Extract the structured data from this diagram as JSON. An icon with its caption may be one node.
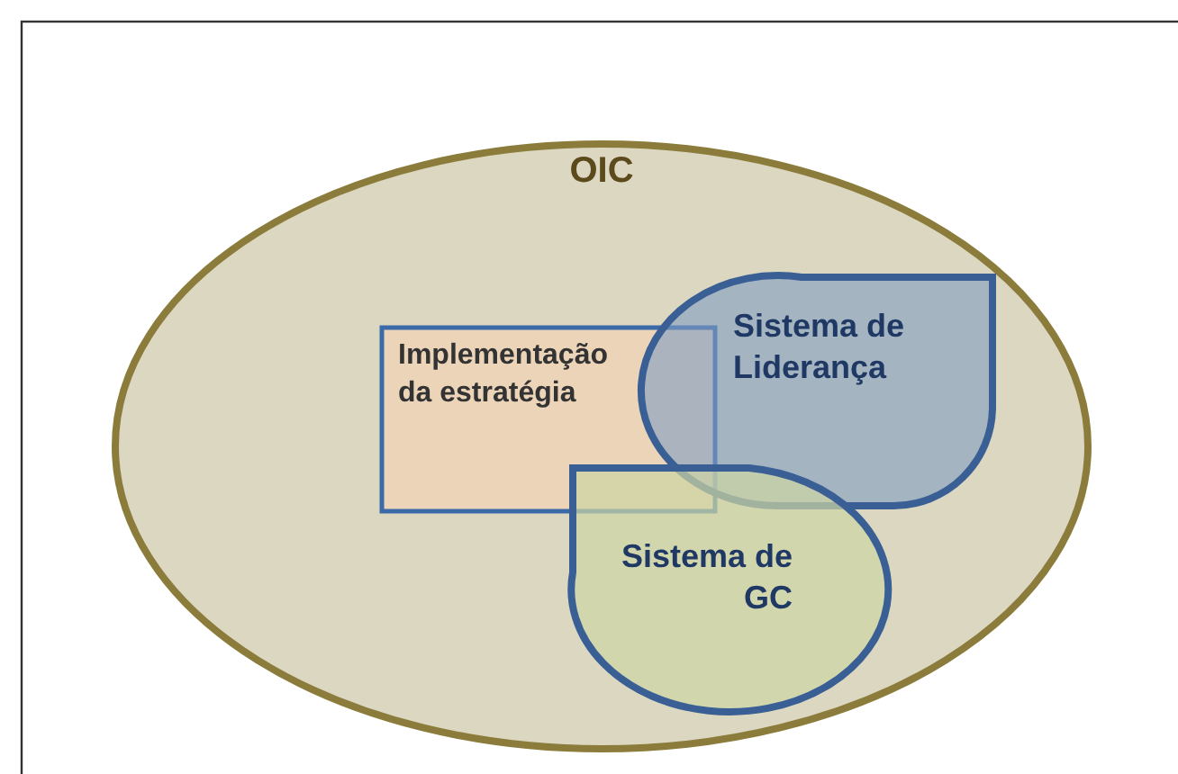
{
  "diagram": {
    "nodes": [
      {
        "text": [
          "OIC"
        ]
      },
      {
        "text": [
          "Implementação da estratégia"
        ],
        "in": 0
      },
      {
        "text": [
          "Sistema de Liderança"
        ],
        "in": 0
      },
      {
        "text": [
          "Sistema de GC"
        ],
        "in": 0
      }
    ],
    "edges": []
  }
}
